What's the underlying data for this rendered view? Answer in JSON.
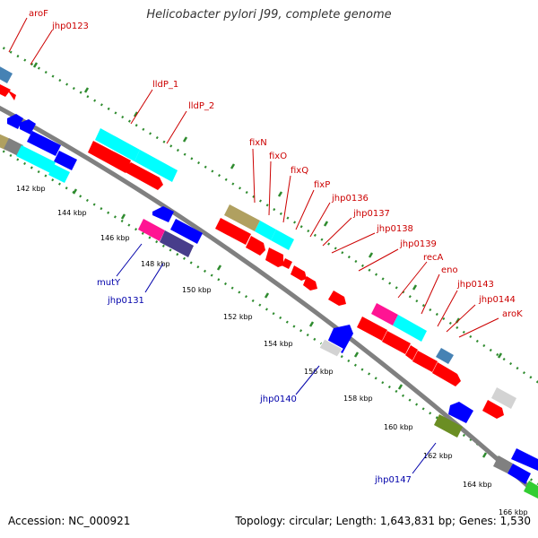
{
  "title": "Helicobacter pylori J99, complete genome",
  "footer": {
    "accession": "Accession: NC_000921",
    "topology": "Topology: circular; Length: 1,643,831 bp; Genes: 1,530"
  },
  "colors": {
    "forward_label": "#cc0000",
    "reverse_label": "#0000aa",
    "backbone": "#808080",
    "dotted_ring": "#2e8b2e"
  },
  "kbp_labels": [
    "142 kbp",
    "144 kbp",
    "146 kbp",
    "148 kbp",
    "150 kbp",
    "152 kbp",
    "154 kbp",
    "156 kbp",
    "158 kbp",
    "160 kbp",
    "162 kbp",
    "164 kbp",
    "166 kbp"
  ],
  "gene_labels": [
    {
      "text": "aroF",
      "strand": "forward"
    },
    {
      "text": "jhp0123",
      "strand": "forward"
    },
    {
      "text": "lldP_1",
      "strand": "forward"
    },
    {
      "text": "lldP_2",
      "strand": "forward"
    },
    {
      "text": "fixN",
      "strand": "forward"
    },
    {
      "text": "fixO",
      "strand": "forward"
    },
    {
      "text": "fixQ",
      "strand": "forward"
    },
    {
      "text": "fixP",
      "strand": "forward"
    },
    {
      "text": "jhp0136",
      "strand": "forward"
    },
    {
      "text": "jhp0137",
      "strand": "forward"
    },
    {
      "text": "jhp0138",
      "strand": "forward"
    },
    {
      "text": "jhp0139",
      "strand": "forward"
    },
    {
      "text": "recA",
      "strand": "forward"
    },
    {
      "text": "eno",
      "strand": "forward"
    },
    {
      "text": "jhp0143",
      "strand": "forward"
    },
    {
      "text": "jhp0144",
      "strand": "forward"
    },
    {
      "text": "aroK",
      "strand": "forward"
    },
    {
      "text": "mutY",
      "strand": "reverse"
    },
    {
      "text": "jhp0131",
      "strand": "reverse"
    },
    {
      "text": "jhp0140",
      "strand": "reverse"
    },
    {
      "text": "jhp0147",
      "strand": "reverse"
    }
  ]
}
